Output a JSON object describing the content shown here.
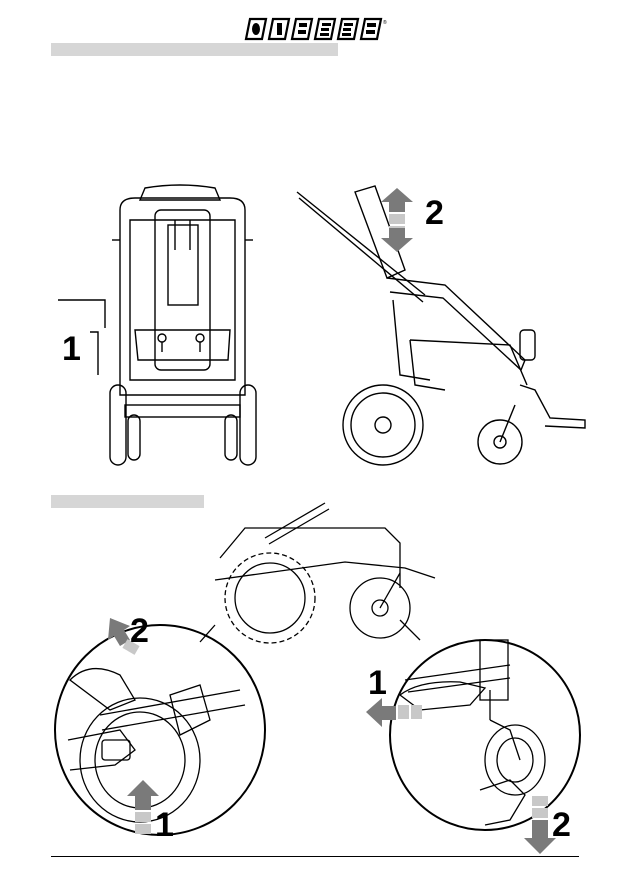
{
  "header": {
    "logo_text": "ORMESA"
  },
  "figure_top_left": {
    "callout": "1"
  },
  "figure_top_right": {
    "callout": "2"
  },
  "figure_bottom_left": {
    "callout_top": "2",
    "callout_bottom": "1"
  },
  "figure_bottom_right": {
    "callout_top": "1",
    "callout_bottom": "2"
  },
  "colors": {
    "section_bar": "#d6d6d6",
    "arrow_dark": "#7a7a7a",
    "arrow_light": "#c8c8c8",
    "line": "#000000"
  }
}
